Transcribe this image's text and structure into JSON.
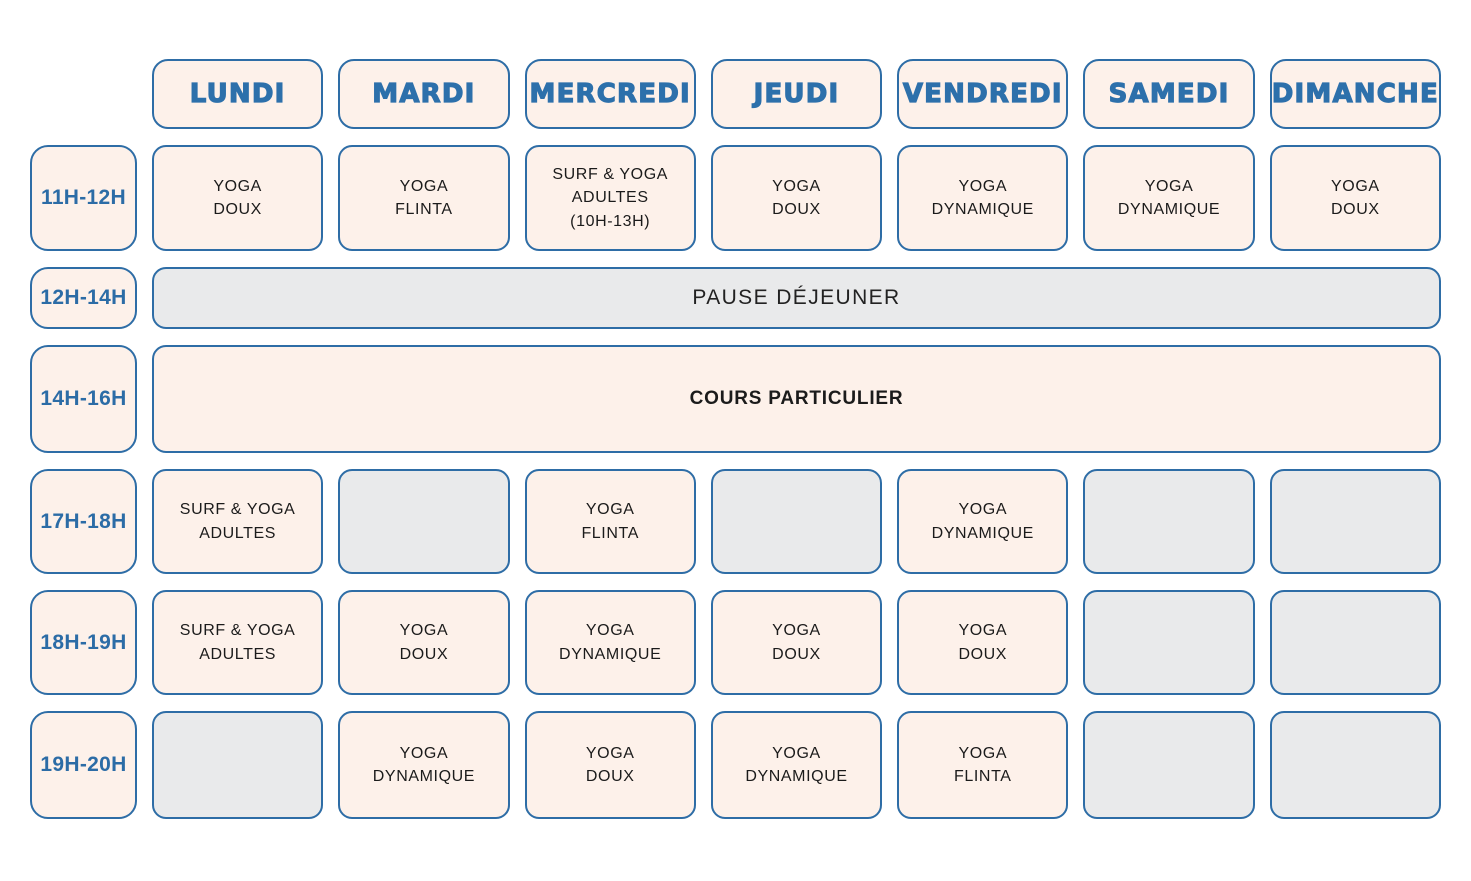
{
  "schedule": {
    "days": [
      "LUNDI",
      "MARDI",
      "MERCREDI",
      "JEUDI",
      "VENDREDI",
      "SAMEDI",
      "DIMANCHE"
    ],
    "rows": [
      {
        "time": "11H-12H",
        "cells": [
          "YOGA\nDOUX",
          "YOGA\nFLINTA",
          "SURF & YOGA\nADULTES\n(10H-13H)",
          "YOGA\nDOUX",
          "YOGA\nDYNAMIQUE",
          "YOGA\nDYNAMIQUE",
          "YOGA\nDOUX"
        ]
      },
      {
        "time": "12H-14H",
        "full": {
          "label": "PAUSE DÉJEUNER",
          "variant": "break"
        }
      },
      {
        "time": "14H-16H",
        "full": {
          "label": "COURS PARTICULIER",
          "variant": "private"
        }
      },
      {
        "time": "17H-18H",
        "cells": [
          "SURF & YOGA\nADULTES",
          null,
          "YOGA\nFLINTA",
          null,
          "YOGA\nDYNAMIQUE",
          null,
          null
        ]
      },
      {
        "time": "18H-19H",
        "cells": [
          "SURF & YOGA\nADULTES",
          "YOGA\nDOUX",
          "YOGA\nDYNAMIQUE",
          "YOGA\nDOUX",
          "YOGA\nDOUX",
          null,
          null
        ]
      },
      {
        "time": "19H-20H",
        "cells": [
          null,
          "YOGA\nDYNAMIQUE",
          "YOGA\nDOUX",
          "YOGA\nDYNAMIQUE",
          "YOGA\nFLINTA",
          null,
          null
        ]
      }
    ]
  },
  "colors": {
    "page-bg": "#ffffff",
    "border": "#2e6da6",
    "cream": "#fdf1ea",
    "gray": "#e9eaeb",
    "day-text": "#2d70ab",
    "time-text": "#2c6ca6",
    "cell-text": "#1b1b1b"
  }
}
